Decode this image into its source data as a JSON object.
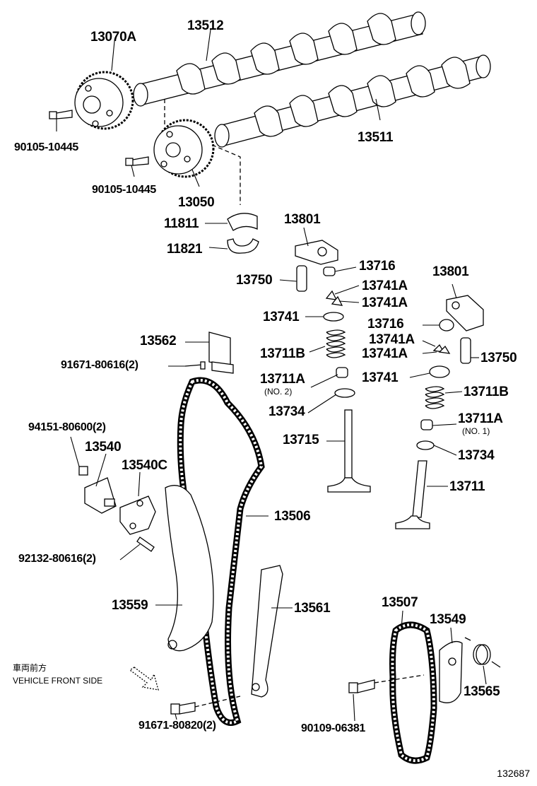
{
  "labels": {
    "p13070A": "13070A",
    "p13512": "13512",
    "p13511": "13511",
    "p90105a": "90105-10445",
    "p90105b": "90105-10445",
    "p13050": "13050",
    "p11811": "11811",
    "p11821": "11821",
    "p13801a": "13801",
    "p13716a": "13716",
    "p13750a": "13750",
    "p13741A1": "13741A",
    "p13741A2": "13741A",
    "p13741a": "13741",
    "p13711Ba": "13711B",
    "p13711Aa": "13711A",
    "p13711Aa_sub": "(NO. 2)",
    "p13734a": "13734",
    "p13715": "13715",
    "p13562": "13562",
    "p91671a": "91671-80616(2)",
    "p13801b": "13801",
    "p13716b": "13716",
    "p13741A3": "13741A",
    "p13741A4": "13741A",
    "p13750b": "13750",
    "p13741b": "13741",
    "p13711Bb": "13711B",
    "p13711Ab": "13711A",
    "p13711Ab_sub": "(NO. 1)",
    "p13734b": "13734",
    "p13711": "13711",
    "p94151": "94151-80600(2)",
    "p13540": "13540",
    "p13540C": "13540C",
    "p13506": "13506",
    "p92132": "92132-80616(2)",
    "p13559": "13559",
    "p13561": "13561",
    "p13507": "13507",
    "p13549": "13549",
    "p13565": "13565",
    "p90109": "90109-06381",
    "p91671b": "91671-80820(2)"
  },
  "note_jp": "車両前方",
  "note_en": "VEHICLE FRONT SIDE",
  "figure_number": "132687"
}
